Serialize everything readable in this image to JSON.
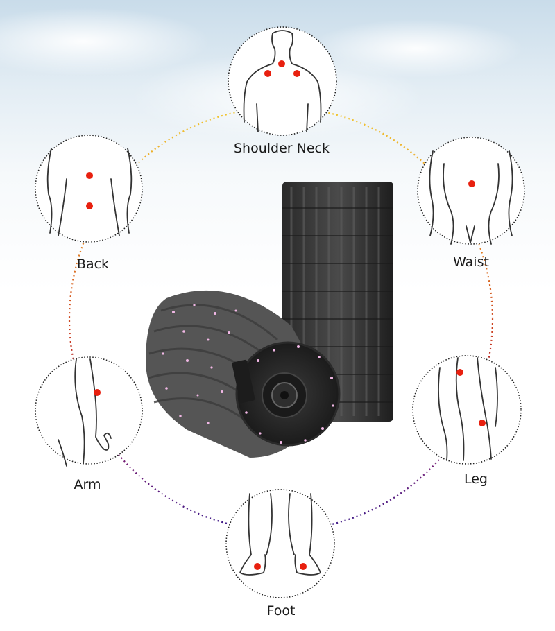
{
  "labels": {
    "shoulder_neck": "Shoulder Neck",
    "back": "Back",
    "waist": "Waist",
    "arm": "Arm",
    "leg": "Leg",
    "foot": "Foot"
  },
  "colors": {
    "point": "#e8200f",
    "ring": "#222222",
    "path_top": "#f2c830",
    "path_side": "#c8371e",
    "path_bottom": "#5a1f8a"
  },
  "icons": {
    "product": "foam-roller-pair"
  }
}
